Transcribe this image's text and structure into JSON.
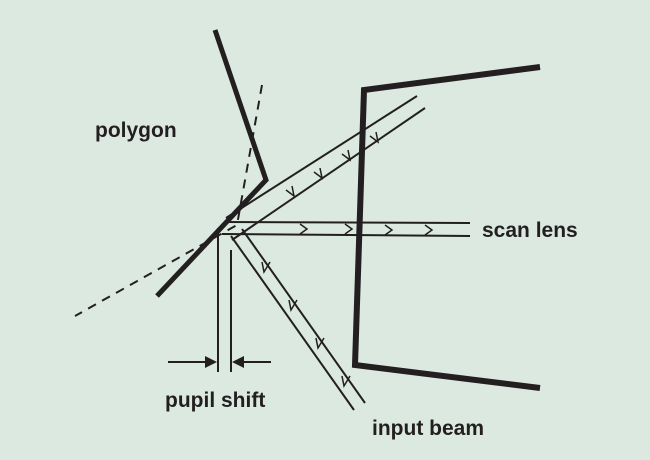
{
  "labels": {
    "polygon": "polygon",
    "scan_lens": "scan lens",
    "pupil_shift": "pupil shift",
    "input_beam": "input beam"
  },
  "colors": {
    "background": "#dbe9e1",
    "ink": "#231f20"
  }
}
